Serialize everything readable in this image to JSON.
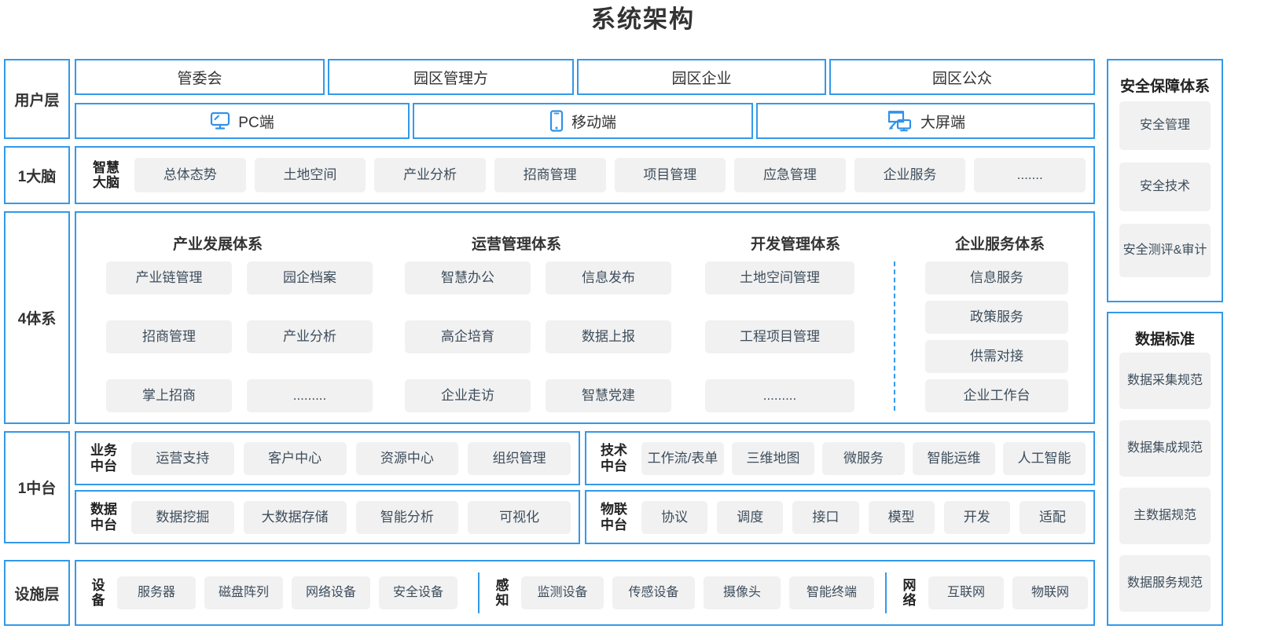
{
  "title": "系统架构",
  "accent_color": "#3399ea",
  "chip_bg": "#f1f1f1",
  "layers": {
    "user": {
      "label": "用户层",
      "roles": [
        "管委会",
        "园区管理方",
        "园区企业",
        "园区公众"
      ],
      "terminals": [
        {
          "label": "PC端",
          "icon": "desktop-monitor-icon"
        },
        {
          "label": "移动端",
          "icon": "mobile-phone-icon"
        },
        {
          "label": "大屏端",
          "icon": "big-screen-display-icon"
        }
      ]
    },
    "brain": {
      "label": "1大脑",
      "tag": "智慧\n大脑",
      "tag_line1": "智慧",
      "tag_line2": "大脑",
      "items": [
        "总体态势",
        "土地空间",
        "产业分析",
        "招商管理",
        "项目管理",
        "应急管理",
        "企业服务",
        "......."
      ]
    },
    "systems": {
      "label": "4体系",
      "columns": [
        {
          "title": "产业发展体系",
          "grid": [
            [
              "产业链管理",
              "园企档案"
            ],
            [
              "招商管理",
              "产业分析"
            ],
            [
              "掌上招商",
              "........."
            ]
          ]
        },
        {
          "title": "运营管理体系",
          "grid": [
            [
              "智慧办公",
              "信息发布"
            ],
            [
              "高企培育",
              "数据上报"
            ],
            [
              "企业走访",
              "智慧党建"
            ]
          ]
        },
        {
          "title": "开发管理体系",
          "grid": [
            [
              "土地空间管理"
            ],
            [
              "工程项目管理"
            ],
            [
              "........."
            ]
          ]
        },
        {
          "title": "企业服务体系",
          "stack": [
            "信息服务",
            "政策服务",
            "供需对接",
            "企业工作台"
          ]
        }
      ]
    },
    "platform": {
      "label": "1中台",
      "groups": [
        {
          "tag_line1": "业务",
          "tag_line2": "中台",
          "items": [
            "运营支持",
            "客户中心",
            "资源中心",
            "组织管理"
          ]
        },
        {
          "tag_line1": "技术",
          "tag_line2": "中台",
          "items": [
            "工作流/表单",
            "三维地图",
            "微服务",
            "智能运维",
            "人工智能"
          ]
        },
        {
          "tag_line1": "数据",
          "tag_line2": "中台",
          "items": [
            "数据挖掘",
            "大数据存储",
            "智能分析",
            "可视化"
          ]
        },
        {
          "tag_line1": "物联",
          "tag_line2": "中台",
          "items": [
            "协议",
            "调度",
            "接口",
            "模型",
            "开发",
            "适配"
          ]
        }
      ]
    },
    "facility": {
      "label": "设施层",
      "groups": [
        {
          "tag_line1": "设",
          "tag_line2": "备",
          "items": [
            "服务器",
            "磁盘阵列",
            "网络设备",
            "安全设备"
          ]
        },
        {
          "tag_line1": "感",
          "tag_line2": "知",
          "items": [
            "监测设备",
            "传感设备",
            "摄像头",
            "智能终端"
          ]
        },
        {
          "tag_line1": "网",
          "tag_line2": "络",
          "items": [
            "互联网",
            "物联网"
          ]
        }
      ]
    }
  },
  "right_panels": [
    {
      "title": "安全保障体系",
      "items": [
        "安全管理",
        "安全技术",
        "安全测评&\n审计"
      ],
      "items_display": [
        "安全管理",
        "安全技术",
        "安全测评&审计"
      ]
    },
    {
      "title": "数据标准",
      "items_display": [
        "数据采集规范",
        "数据集成规范",
        "主数据规范",
        "数据服务规范"
      ]
    }
  ]
}
